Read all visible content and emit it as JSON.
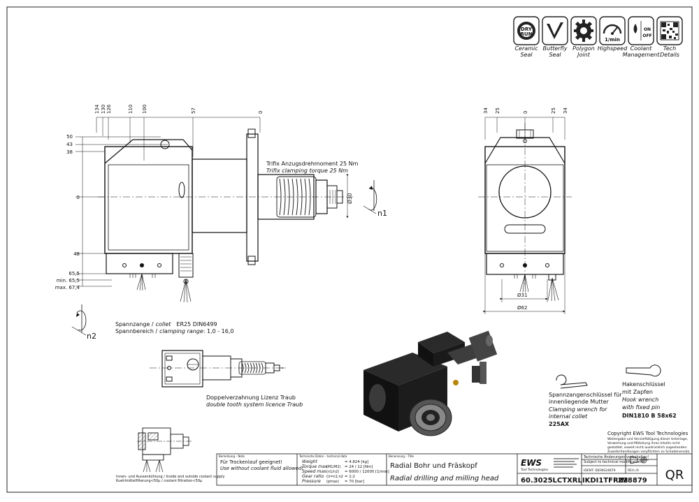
{
  "icons": [
    {
      "name": "ceramic-seal-icon",
      "caption1": "Ceramic",
      "caption2": "Seal",
      "glyph1": "DRY",
      "glyph2": "RUN"
    },
    {
      "name": "butterfly-seal-icon",
      "caption1": "Butterfly",
      "caption2": "Seal"
    },
    {
      "name": "polygon-joint-icon",
      "caption1": "Polygon",
      "caption2": "Joint"
    },
    {
      "name": "highspeed-icon",
      "caption1": "Highspeed",
      "caption2": "",
      "glyph1": "1/min"
    },
    {
      "name": "coolant-management-icon",
      "caption1": "Coolant",
      "caption2": "Management",
      "glyph1": "ON",
      "glyph2": "OFF"
    },
    {
      "name": "tech-details-qr-icon",
      "caption1": "Tech",
      "caption2": "Details"
    }
  ],
  "side_view": {
    "top_dims": [
      "134",
      "130",
      "126",
      "110",
      "100",
      "57",
      "0"
    ],
    "left_dims": [
      "50",
      "43",
      "38",
      "0",
      "48"
    ],
    "bottom_dims": [
      "65,5",
      "min. 65,5",
      "max. 67,4"
    ],
    "clamp_de": "Trifix Anzugsdrehmoment  25 Nm",
    "clamp_en": "Trifix clamping torque  25 Nm",
    "dia30": "Ø30",
    "n1": "n1"
  },
  "front_view": {
    "top_dims": [
      "34",
      "25",
      "0",
      "25",
      "34"
    ],
    "dia31": "Ø31",
    "dia62": "Ø62"
  },
  "collet": {
    "n2": "n2",
    "line1_de": "Spannzange /",
    "line1_en": "collet",
    "line1_spec": "ER25    DIN6499",
    "line2_de": "Spannbereich /",
    "line2_en": "clamping range",
    "line2_spec": ": 1,0 - 16,0"
  },
  "traub": {
    "de": "Doppelverzahnung Lizenz Traub",
    "en": "double tooth system licence Traub"
  },
  "coolant_note": {
    "de": "Innen- und Aussenkühlung / Inside and outside coolant supply",
    "en": "Kuehlmittelfilterung<50µ / coolant filtration<50µ"
  },
  "wrench1": {
    "de1": "Spannzangenschlüssel für",
    "de2": "innenliegende Mutter",
    "en1": "Clamping wrench for",
    "en2": "internal collet",
    "code": "225AX"
  },
  "wrench2": {
    "de1": "Hakenschlüssel",
    "de2": "mit Zapfen",
    "en1": "Hook wrench",
    "en2": "with fixed pin",
    "code": "DIN1810  B  58x62"
  },
  "copyright": {
    "title": "Copyright EWS Tool Technologies",
    "lines": [
      "Weitergabe und Vervielfältigung dieser Unterlage,",
      "Verwertung und Mitteilung ihres Inhalts nicht",
      "gestattet, soweit nicht ausdrücklich zugestanden.",
      "Zuwiderhandlungen verpflichten zu Schadenersatz."
    ]
  },
  "title_block": {
    "remark_hdr": "Bemerkung – Note",
    "remark_de": "Für Trockenlauf geeignet!",
    "remark_en": "Use without coolant fluid allowed!",
    "tech_hdr": "Technische Daten – technical data",
    "tech_rows": [
      {
        "label": "Weight",
        "unit": "",
        "value": "=  4.824 [kg]"
      },
      {
        "label": "Torque max",
        "unit": "(M1/M2)",
        "value": "=  24 / 12 [Nm]"
      },
      {
        "label": "Speed max.",
        "unit": "(n1/n2)",
        "value": "=  6000 / 12000 [1/min]"
      },
      {
        "label": "Gear ratio",
        "unit": "(i)=n1:n2",
        "value": "=  1:2"
      },
      {
        "label": "Pressure",
        "unit": "(pmax)",
        "value": "=  70 [bar]"
      }
    ],
    "name_hdr": "Benennung – Title",
    "name_de": "Radial Bohr und Fräskopf",
    "name_en": "Radial drilling and milling head",
    "logo": "EWS",
    "logo_sub": "Tool Technologies",
    "tech_note1": "Technische Änderungen vorbehalten!",
    "tech_note2": "Subject to technical modifications!",
    "ident": "IDENT: IDEWS24879",
    "rev": "REV.:/A",
    "part_no": "60.3025LCTXRLIKDI1TFRIM",
    "number": "228879",
    "qr": "QR"
  }
}
